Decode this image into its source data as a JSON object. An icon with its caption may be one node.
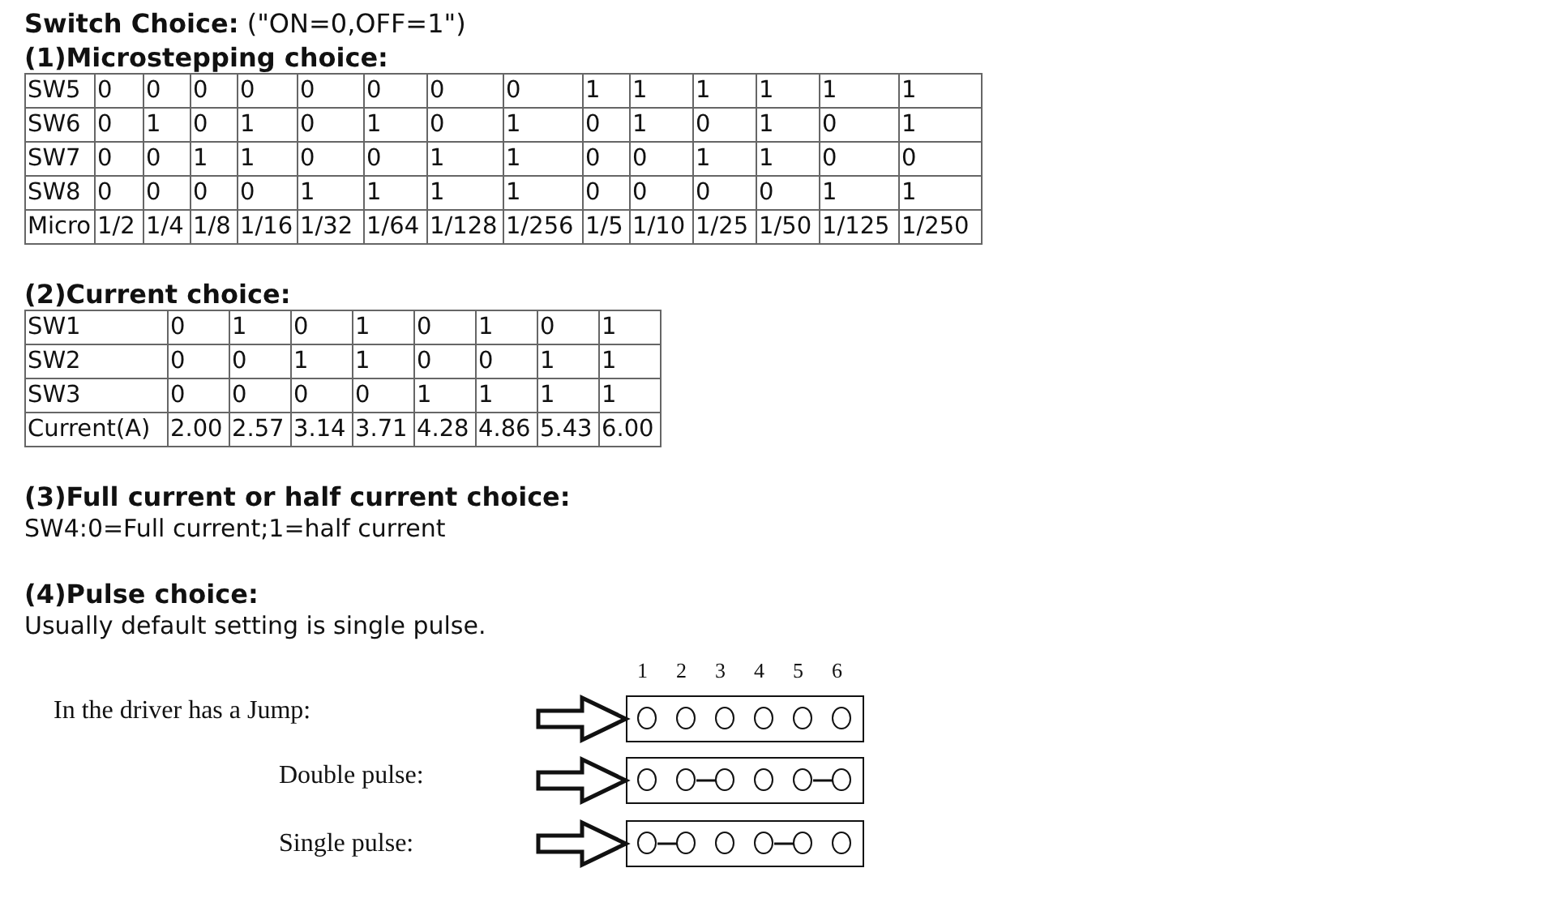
{
  "diagram": {
    "title": "**Switch Choice:** (\"ON=0,OFF=1\")",
    "nodes": [
      {
        "text": [],
        "shape": "box"
      },
      {
        "text": [],
        "shape": "box"
      },
      {
        "text": [],
        "shape": "box"
      },
      {
        "text": [],
        "shape": "circle",
        "in": 0
      },
      {
        "text": [],
        "shape": "circle",
        "in": 0
      },
      {
        "text": [],
        "shape": "circle",
        "in": 0
      },
      {
        "text": [],
        "shape": "circle",
        "in": 0
      },
      {
        "text": [],
        "shape": "circle",
        "in": 0
      },
      {
        "text": [],
        "shape": "circle",
        "in": 0
      },
      {
        "text": [],
        "shape": "circle",
        "in": 1
      },
      {
        "text": [],
        "shape": "circle",
        "in": 1
      },
      {
        "text": [],
        "shape": "circle",
        "in": 1
      },
      {
        "text": [],
        "shape": "circle",
        "in": 1
      },
      {
        "text": [],
        "shape": "circle",
        "in": 1
      },
      {
        "text": [],
        "shape": "circle",
        "in": 1
      },
      {
        "text": [],
        "shape": "circle",
        "in": 2
      },
      {
        "text": [],
        "shape": "circle",
        "in": 2
      },
      {
        "text": [],
        "shape": "circle",
        "in": 2
      },
      {
        "text": [],
        "shape": "circle",
        "in": 2
      },
      {
        "text": [],
        "shape": "circle",
        "in": 2
      },
      {
        "text": [],
        "shape": "circle",
        "in": 2
      }
    ],
    "edges": [
      {
        "from": null,
        "to": 0,
        "arrow": "to"
      },
      {
        "from": null,
        "to": 1,
        "arrow": "to"
      },
      {
        "from": null,
        "to": 2,
        "arrow": "to"
      },
      {
        "from": 10,
        "to": 11,
        "arrow": "none"
      },
      {
        "from": 13,
        "to": 14,
        "arrow": "none"
      },
      {
        "from": 15,
        "to": 16,
        "arrow": "none"
      },
      {
        "from": 18,
        "to": 19,
        "arrow": "none"
      }
    ],
    "labels": [
      "(1)Microstepping choice:",
      "SW5",
      "0",
      "0",
      "0",
      "0",
      "0",
      "0",
      "0",
      "0",
      "1",
      "1",
      "1",
      "1",
      "1",
      "1",
      "SW6",
      "0",
      "1",
      "0",
      "1",
      "0",
      "1",
      "0",
      "1",
      "0",
      "1",
      "0",
      "1",
      "0",
      "1",
      "SW7",
      "0",
      "0",
      "1",
      "1",
      "0",
      "0",
      "1",
      "1",
      "0",
      "0",
      "1",
      "1",
      "0",
      "0",
      "SW8",
      "0",
      "0",
      "0",
      "0",
      "1",
      "1",
      "1",
      "1",
      "0",
      "0",
      "0",
      "0",
      "1",
      "1",
      "Micro",
      "1/2",
      "1/4",
      "1/8",
      "1/16",
      "1/32",
      "1/64",
      "1/128",
      "1/256",
      "1/5",
      "1/10",
      "1/25",
      "1/50",
      "1/125",
      "1/250",
      "(2)Current choice:",
      "SW1",
      "0",
      "1",
      "0",
      "1",
      "0",
      "1",
      "0",
      "1",
      "SW2",
      "0",
      "0",
      "1",
      "1",
      "0",
      "0",
      "1",
      "1",
      "SW3",
      "0",
      "0",
      "0",
      "0",
      "1",
      "1",
      "1",
      "1",
      "Current(A)",
      "2.00",
      "2.57",
      "3.14",
      "3.71",
      "4.28",
      "4.86",
      "5.43",
      "6.00",
      "(3)Full current or half current choice:",
      "SW4:0=Full current;1=half current",
      "(4)Pulse choice:",
      "Usually default setting is single pulse.",
      "1",
      "2",
      "3",
      "4",
      "5",
      "6",
      "In the driver has a Jump:",
      "Double pulse:",
      "Single pulse:"
    ]
  }
}
